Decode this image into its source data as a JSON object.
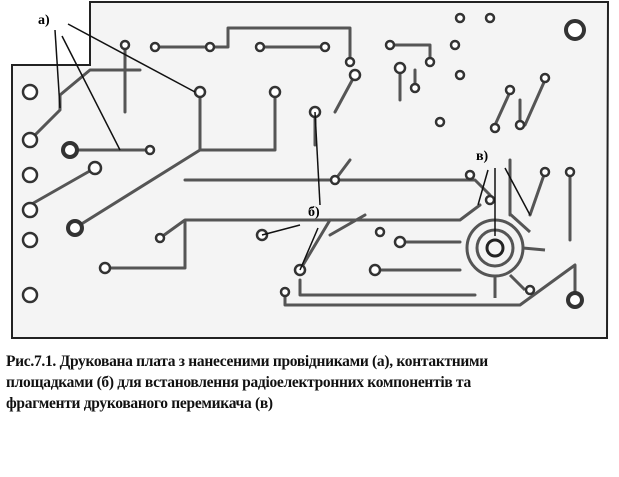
{
  "figure": {
    "label_a": "а)",
    "label_b": "б)",
    "label_v": "в)",
    "caption_lines": [
      "Рис.7.1. Друкована плата з нанесеними провідниками (а), контактними",
      "площадками (б) для встановлення радіоелектронних компонентів та",
      "фрагменти друкованого перемикача (в)"
    ]
  },
  "colors": {
    "trace": "#3a3a3a",
    "board": "#f4f4f4",
    "outline": "#222222"
  }
}
